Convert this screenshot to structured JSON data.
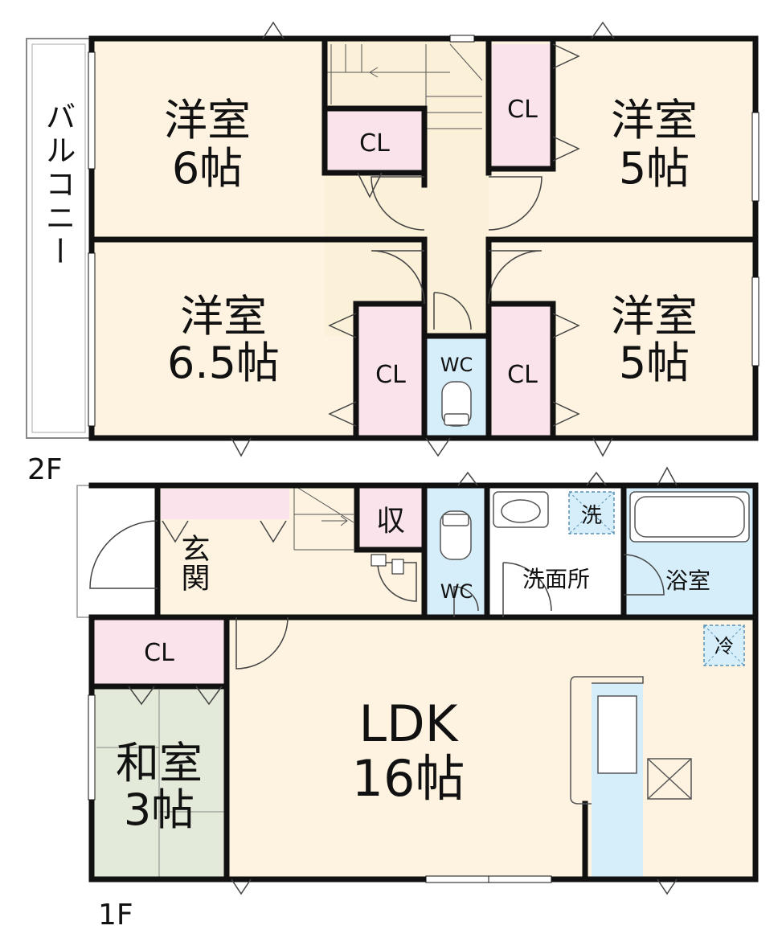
{
  "floors": {
    "second": {
      "label": "2F"
    },
    "first": {
      "label": "1F"
    }
  },
  "balcony": "バルコニー",
  "rooms_2f": {
    "western_nw": {
      "name": "洋室",
      "size": "6帖"
    },
    "western_ne": {
      "name": "洋室",
      "size": "5帖"
    },
    "western_sw": {
      "name": "洋室",
      "size": "6.5帖"
    },
    "western_se": {
      "name": "洋室",
      "size": "5帖"
    },
    "closet_center": "CL",
    "closet_ne": "CL",
    "closet_sw": "CL",
    "closet_se": "CL",
    "toilet": "WC"
  },
  "rooms_1f": {
    "entrance": "玄関",
    "storage": "収",
    "toilet": "WC",
    "washroom": "洗面所",
    "laundry": "洗",
    "bath": "浴室",
    "fridge": "冷",
    "ldk": {
      "name": "LDK",
      "size": "16帖"
    },
    "closet": "CL",
    "japanese": {
      "name": "和室",
      "size": "3帖"
    }
  },
  "colors": {
    "wall": "#111111",
    "floor_wood": "#fdf3e0",
    "closet": "#fbe3ec",
    "wet_area": "#d6eefa",
    "tatami": "#e3ead9",
    "hall": "#fbf0d8"
  }
}
